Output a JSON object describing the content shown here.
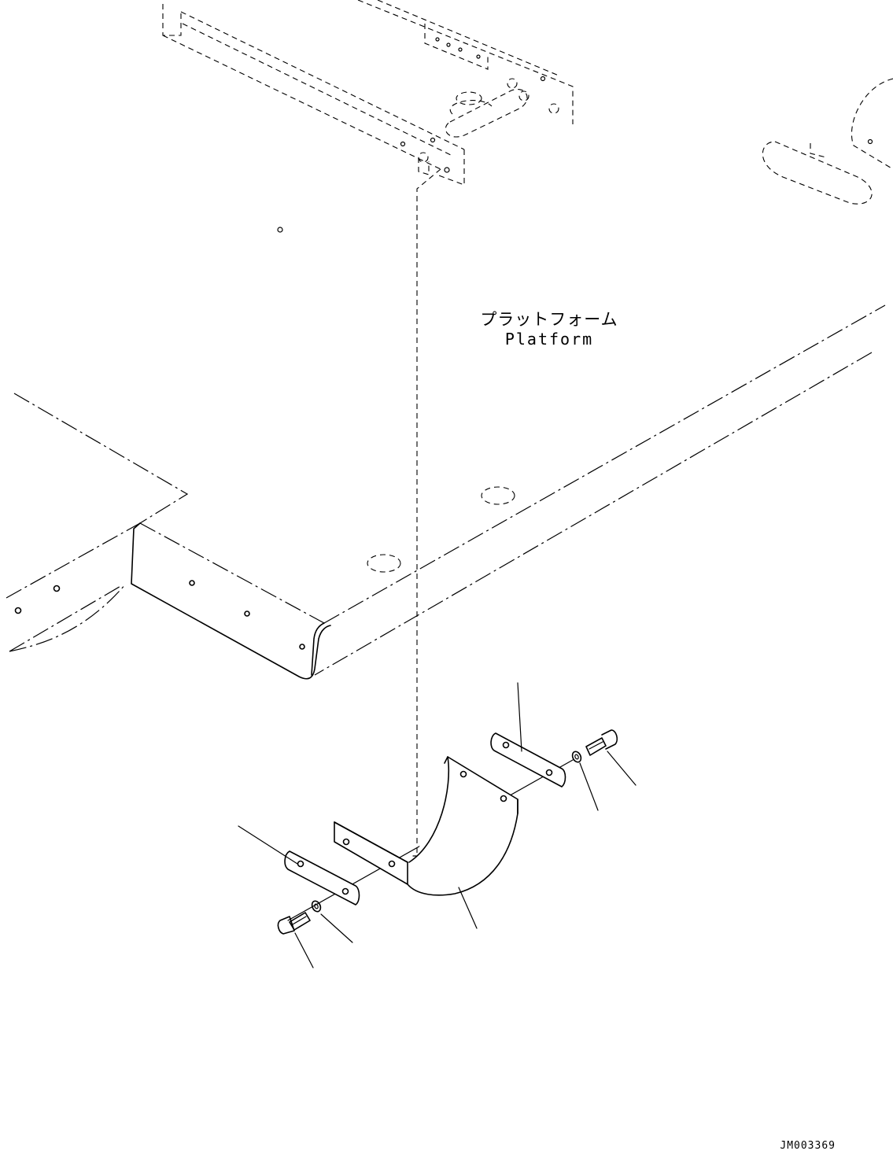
{
  "labels": {
    "platform_jp": "プラットフォーム",
    "platform_en": "Platform",
    "drawing_code": "JM003369"
  }
}
